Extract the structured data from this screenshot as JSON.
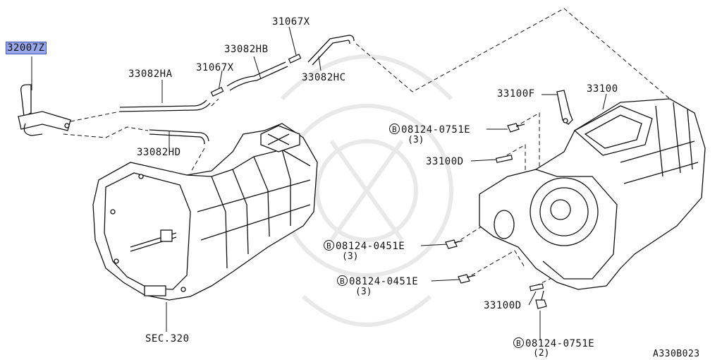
{
  "labels": {
    "p32007z": "32007Z",
    "p33082ha": "33082HA",
    "p31067x_a": "31067X",
    "p31067x_b": "31067X",
    "p33082hb": "33082HB",
    "p33082hc": "33082HC",
    "p33082hd": "33082HD",
    "p33100f": "33100F",
    "p33100": "33100",
    "b0751_top": "08124-0751E",
    "b0751_top_qty": "(3)",
    "p33100d_a": "33100D",
    "b0451_a": "08124-0451E",
    "b0451_a_qty": "(3)",
    "b0451_b": "08124-0451E",
    "b0451_b_qty": "(3)",
    "p33100d_b": "33100D",
    "b0751_bot": "08124-0751E",
    "b0751_bot_qty": "(2)",
    "sec320": "SEC.320",
    "diagram_code": "A330B023",
    "bolt_mark": "B"
  },
  "colors": {
    "highlight": "#98a6ea",
    "line": "#111111"
  }
}
